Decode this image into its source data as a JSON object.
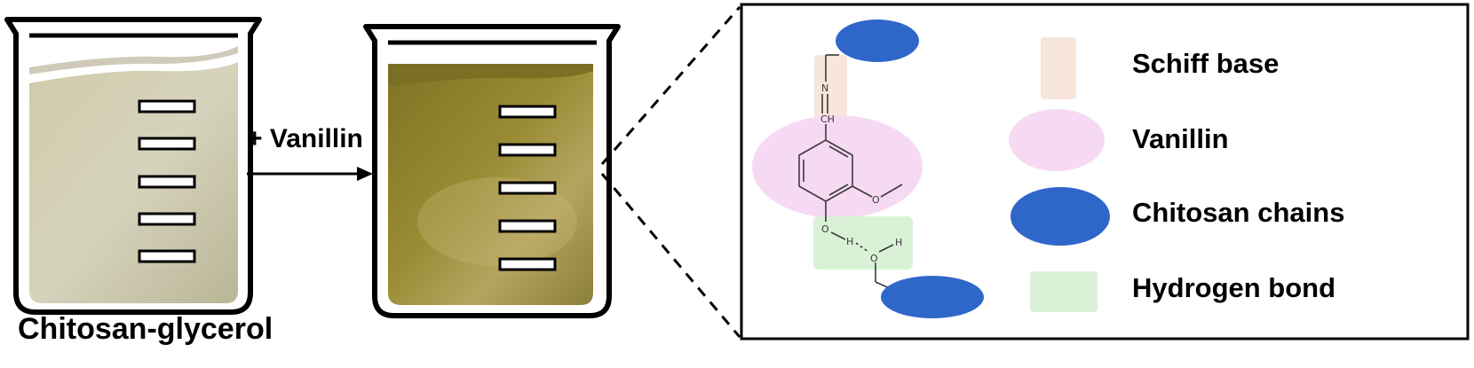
{
  "labels": {
    "left_beaker": "Chitosan-glycerol",
    "arrow": "+ Vanillin"
  },
  "legend": {
    "schiff_base": "Schiff base",
    "vanillin": "Vanillin",
    "chitosan_chains": "Chitosan chains",
    "hydrogen_bond": "Hydrogen bond"
  },
  "molecule": {
    "atom_N": "N",
    "atom_CH": "CH",
    "atom_O_ring": "O",
    "atom_O_methoxy": "O",
    "atom_H_donor": "H",
    "atom_O_water": "O",
    "atom_H_water": "H"
  },
  "colors": {
    "schiff_base": "#f8e6da",
    "vanillin": "#f6d9f2",
    "chitosan": "#2f66c9",
    "hydrogen_bond": "#d9f2d6",
    "left_liquid": "#c8c3a5",
    "right_liquid": "#8a7e2c"
  }
}
